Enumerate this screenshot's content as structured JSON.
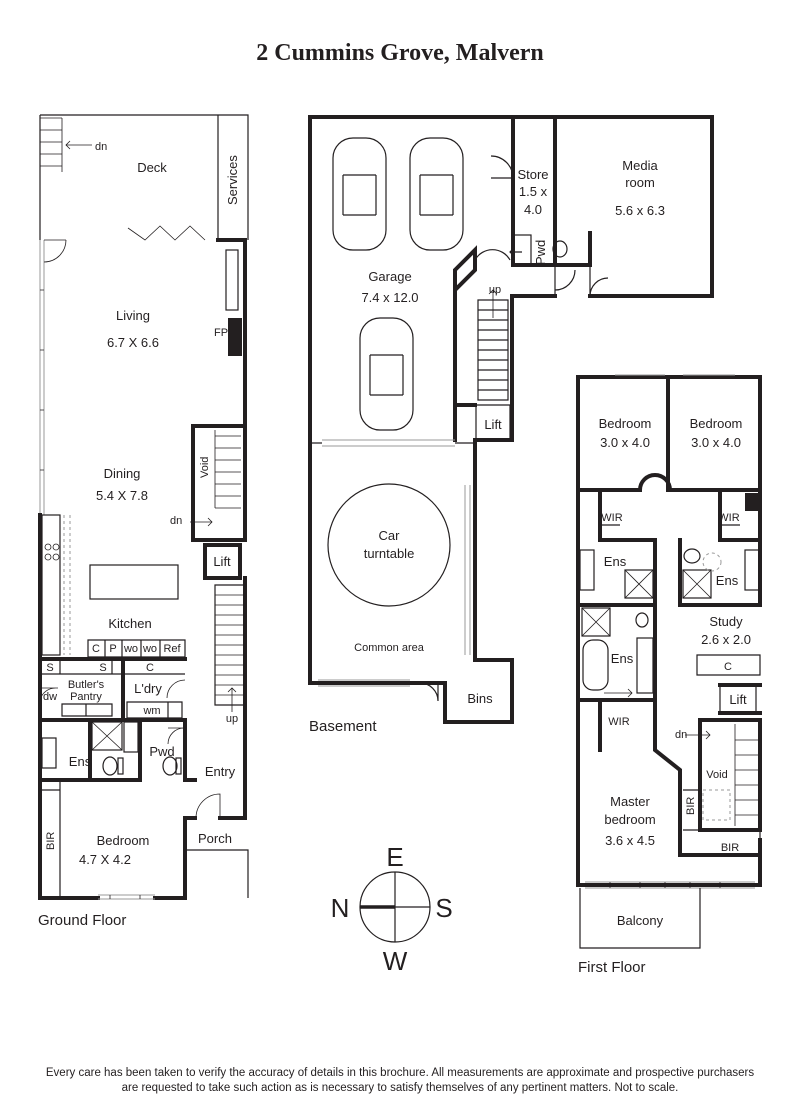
{
  "title": "2 Cummins Grove, Malvern",
  "disclaimer": "Every care has been taken to verify the accuracy of details in this brochure. All measurements are approximate and prospective purchasers are requested to take such action as is necessary to satisfy themselves of any pertinent matters. Not to scale.",
  "floors": {
    "ground": "Ground Floor",
    "basement": "Basement",
    "first": "First Floor"
  },
  "ground_rooms": {
    "deck": "Deck",
    "services": "Services",
    "deck_dn": "dn",
    "living": "Living",
    "living_size": "6.7 X 6.6",
    "fp": "FP",
    "void": "Void",
    "dining": "Dining",
    "dining_size": "5.4 X 7.8",
    "dining_dn": "dn",
    "lift": "Lift",
    "kitchen": "Kitchen",
    "k_c": "C",
    "k_p": "P",
    "k_wo1": "wo",
    "k_wo2": "wo",
    "k_ref": "Ref",
    "bp_s1": "S",
    "bp_s2": "S",
    "bp_c": "C",
    "butlers": "Butler's",
    "pantry": "Pantry",
    "laundry": "L'dry",
    "dw": "dw",
    "wm": "wm",
    "up": "up",
    "ens": "Ens",
    "pwd": "Pwd",
    "entry": "Entry",
    "porch": "Porch",
    "bir": "BIR",
    "bedroom": "Bedroom",
    "bedroom_size": "4.7 X 4.2"
  },
  "basement_rooms": {
    "store": "Store",
    "store_size_1": "1.5 x",
    "store_size_2": "4.0",
    "media": "Media",
    "media_2": "room",
    "media_size": "5.6 x 6.3",
    "pwd": "Pwd",
    "garage": "Garage",
    "garage_size": "7.4 x 12.0",
    "up": "up",
    "lift": "Lift",
    "car": "Car",
    "turntable": "turntable",
    "common": "Common area",
    "bins": "Bins"
  },
  "first_rooms": {
    "bedroom1": "Bedroom",
    "bedroom1_size": "3.0 x 4.0",
    "bedroom2": "Bedroom",
    "bedroom2_size": "3.0 x 4.0",
    "wir1": "WIR",
    "wir2": "WIR",
    "ens1": "Ens",
    "ens2": "Ens",
    "study": "Study",
    "study_size": "2.6 x 2.0",
    "ens3": "Ens",
    "c": "C",
    "lift": "Lift",
    "wir3": "WIR",
    "dn": "dn",
    "void": "Void",
    "bir1": "BIR",
    "master": "Master",
    "master_2": "bedroom",
    "master_size": "3.6 x 4.5",
    "bir2": "BIR",
    "balcony": "Balcony"
  },
  "compass": {
    "e": "E",
    "n": "N",
    "s": "S",
    "w": "W"
  }
}
